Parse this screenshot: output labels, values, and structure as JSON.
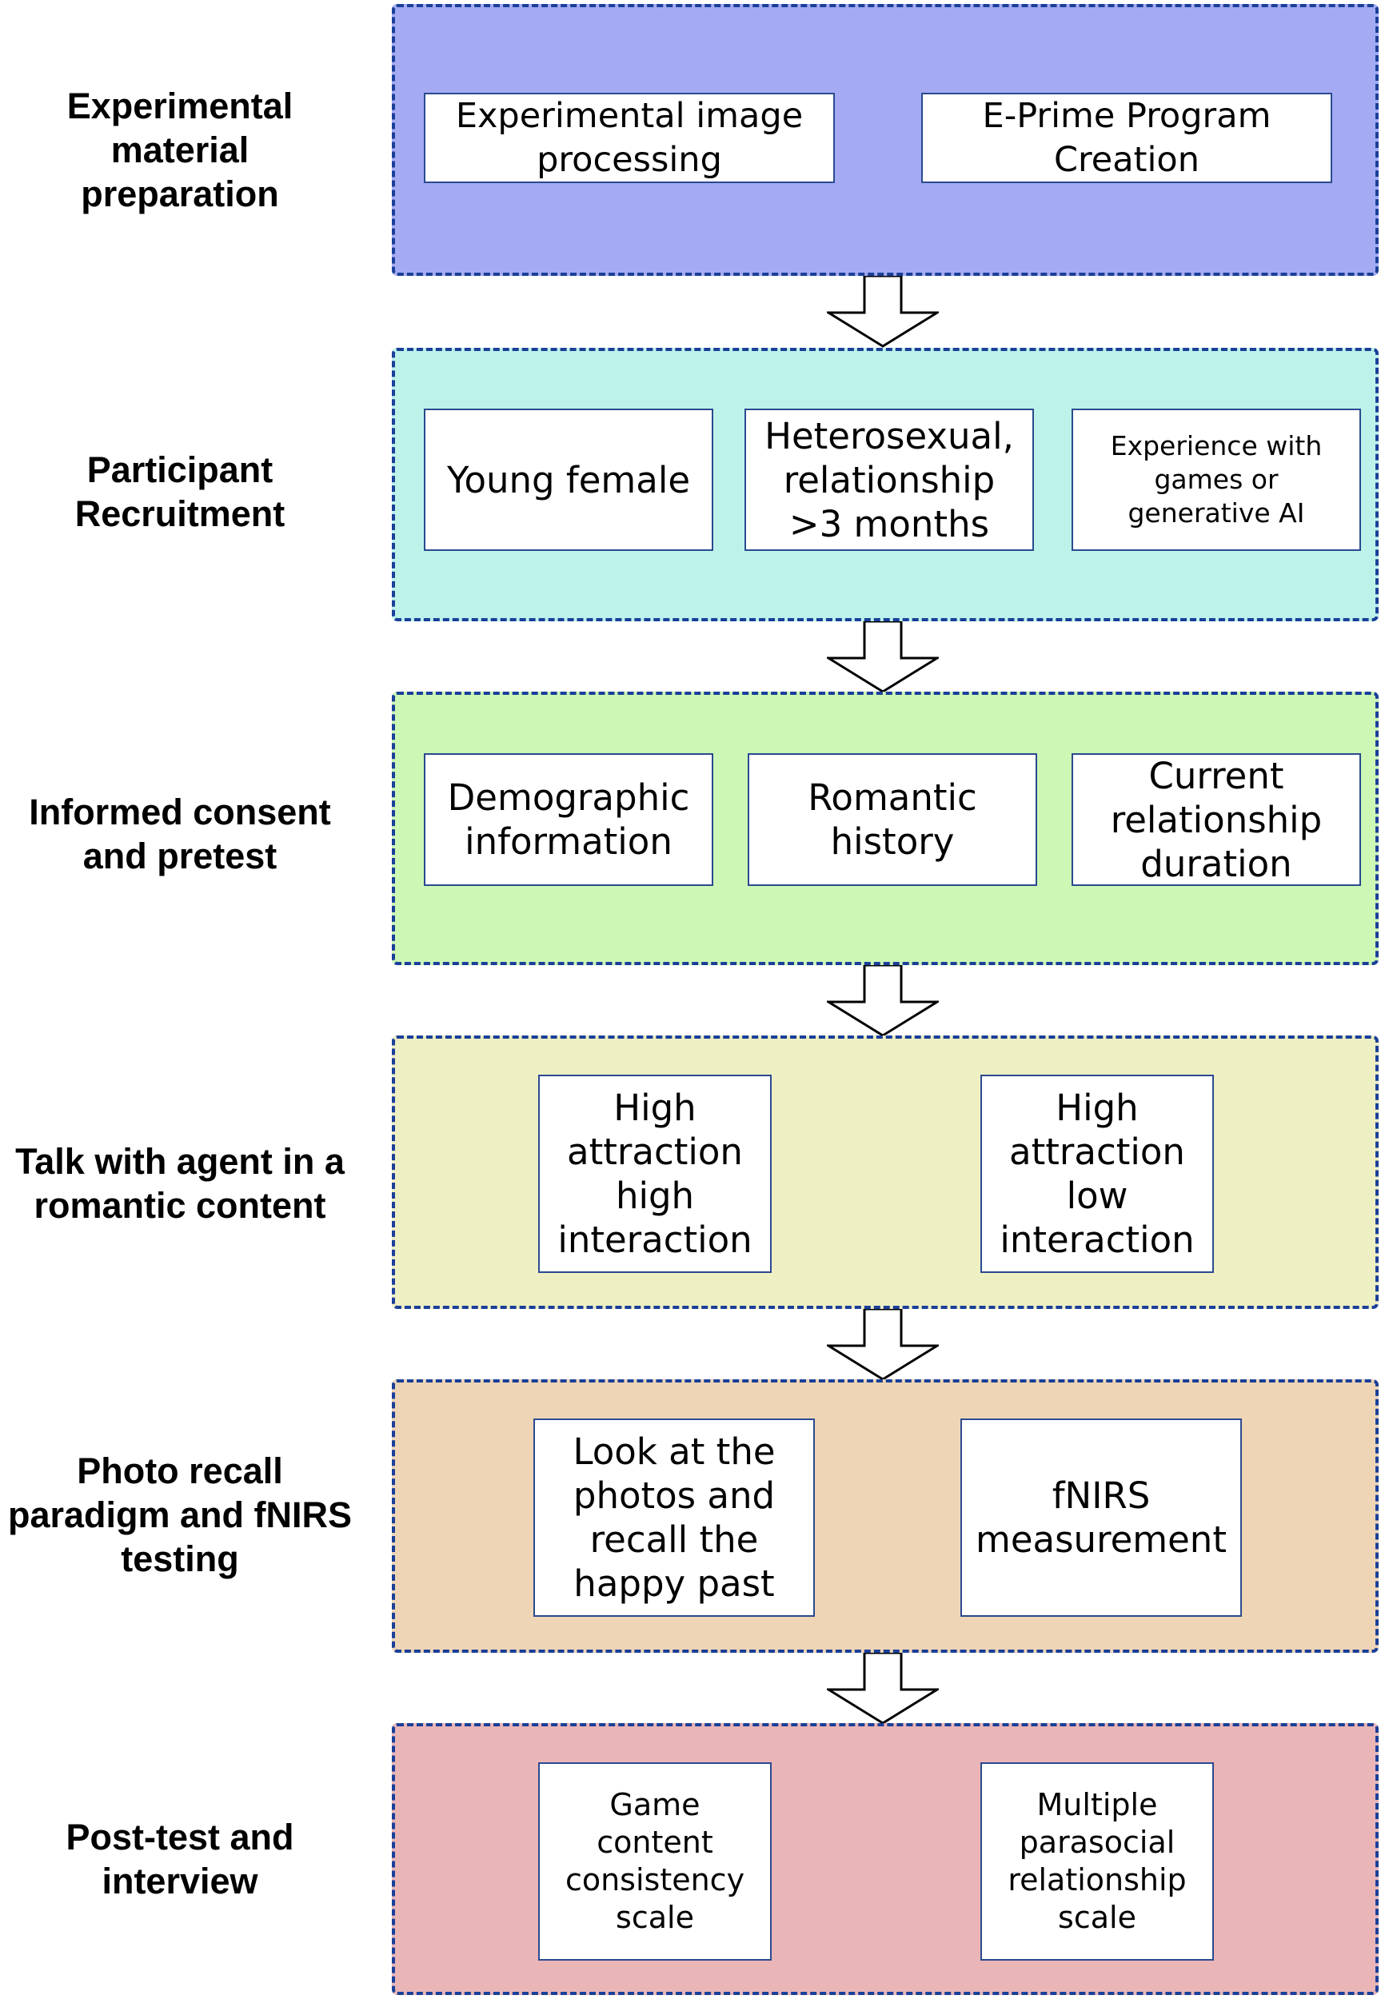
{
  "stages": [
    {
      "label": "Experimental\nmaterial\npreparation",
      "color": "#a4abf2",
      "items": [
        "Experimental image\nprocessing",
        "E-Prime Program\nCreation"
      ]
    },
    {
      "label": "Participant\nRecruitment",
      "color": "#bdf2ea",
      "items": [
        "Young female",
        "Heterosexual,\nrelationship\n>3 months",
        "Experience with\ngames or\ngenerative AI"
      ]
    },
    {
      "label": "Informed consent\nand pretest",
      "color": "#ccf7b5",
      "items": [
        "Demographic\ninformation",
        "Romantic\nhistory",
        "Current\nrelationship\nduration"
      ]
    },
    {
      "label": "Talk with agent in a\nromantic content",
      "color": "#eeefc3",
      "items": [
        "High\nattraction\nhigh\ninteraction",
        "High\nattraction\nlow\ninteraction"
      ]
    },
    {
      "label": "Photo recall\nparadigm and fNIRS\ntesting",
      "color": "#eed5b6",
      "items": [
        "Look at the\nphotos and\nrecall the\nhappy past",
        "fNIRS\nmeasurement"
      ]
    },
    {
      "label": "Post-test and\ninterview",
      "color": "#eab5b7",
      "items": [
        "Game\ncontent\nconsistency\nscale",
        "Multiple\nparasocial\nrelationship\nscale"
      ]
    }
  ],
  "arrow_icon": "down-arrow-icon"
}
